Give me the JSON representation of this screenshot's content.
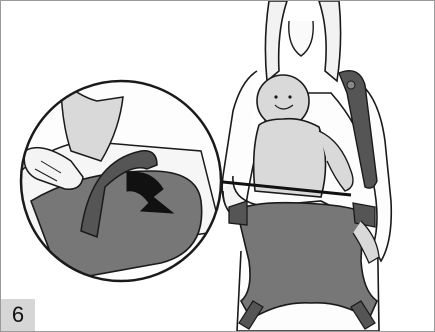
{
  "step": {
    "number": "6"
  },
  "colors": {
    "outline": "#1a1a1a",
    "skin": "#e8e8e8",
    "baby": "#d9d9d9",
    "carrier_panel": "#777777",
    "carrier_strap": "#555555",
    "arrow": "#111111",
    "badge_bg": "#d6d6d6"
  },
  "icons": {
    "step_badge": "step-number-badge",
    "detail_view": "magnified-detail-circle",
    "direction": "push-arrow-icon"
  }
}
